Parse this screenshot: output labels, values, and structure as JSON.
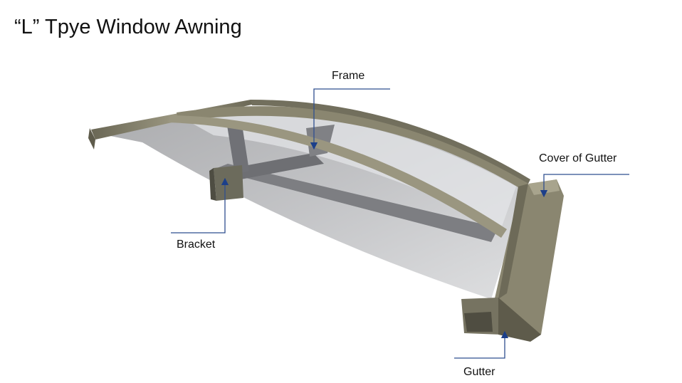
{
  "title": "“L” Tpye Window Awning",
  "callouts": {
    "frame": "Frame",
    "cover_of_gutter": "Cover of Gutter",
    "bracket": "Bracket",
    "gutter": "Gutter"
  },
  "colors": {
    "frame_metal": "#8a8670",
    "frame_metal_dark": "#5e5b4b",
    "panel_gray": "#8f9093",
    "panel_light": "#e4e4e6",
    "leader_line": "#2f4f8f"
  }
}
